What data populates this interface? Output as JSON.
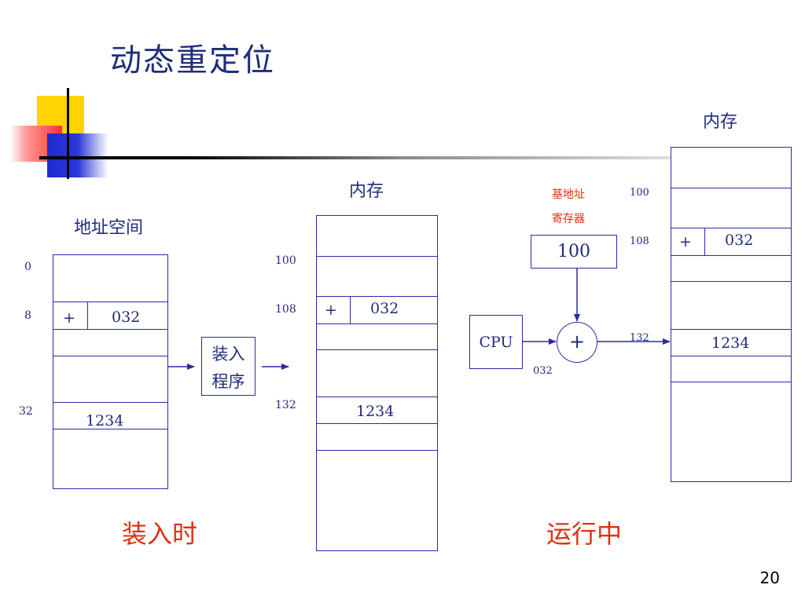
{
  "slide": {
    "title": "动态重定位",
    "page_number": "20"
  },
  "address_space": {
    "heading": "地址空间",
    "addresses": [
      "0",
      "8",
      "32"
    ],
    "cell_plus": "+",
    "cell_offset": "032",
    "cell_value": "1234"
  },
  "loader": {
    "line1": "装入",
    "line2": "程序"
  },
  "memory_load": {
    "heading": "内存",
    "addresses": [
      "100",
      "108",
      "132"
    ],
    "cell_plus": "+",
    "cell_offset": "032",
    "cell_value": "1234"
  },
  "relocation": {
    "register_label_1": "基地址",
    "register_label_2": "寄存器",
    "register_value": "100",
    "cpu_label": "CPU",
    "adder_symbol": "+",
    "cpu_output": "032"
  },
  "memory_run": {
    "heading": "内存",
    "addresses": [
      "100",
      "108",
      "132"
    ],
    "cell_plus": "+",
    "cell_offset": "032",
    "cell_value": "1234"
  },
  "captions": {
    "load_time": "装入时",
    "run_time": "运行中"
  },
  "colors": {
    "title": "#1f2d7a",
    "lines": "#2a2aa8",
    "caption": "#e0300f"
  }
}
